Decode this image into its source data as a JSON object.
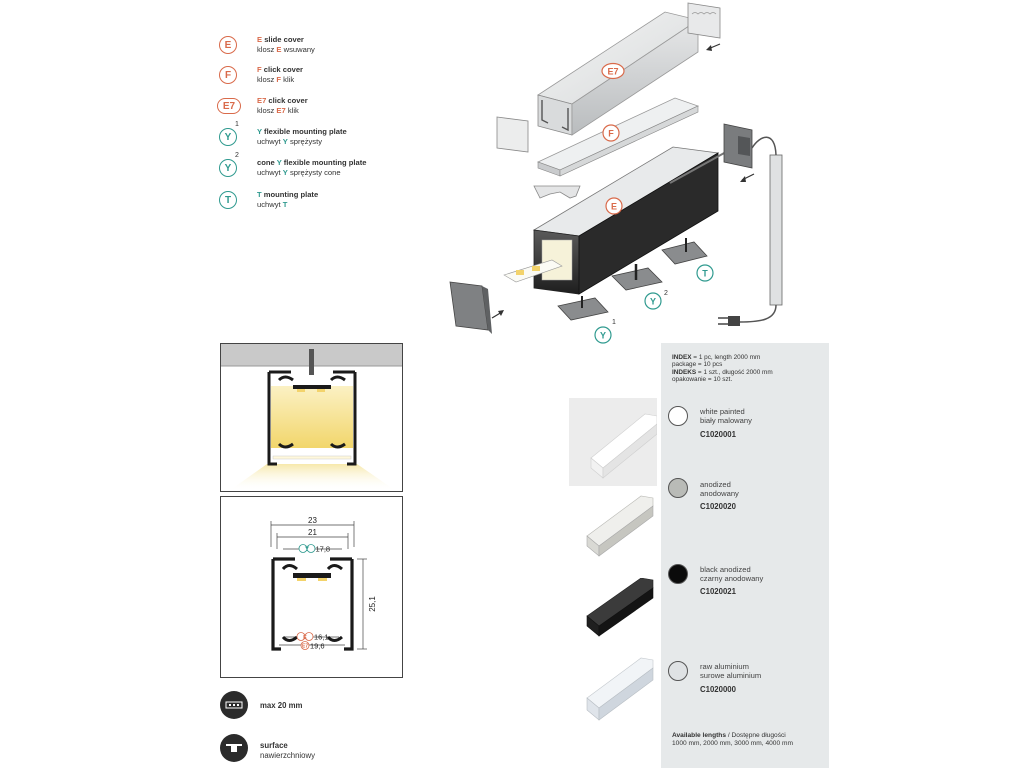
{
  "legend": [
    {
      "code": "E",
      "code_color": "#d96a4a",
      "sup": "",
      "en_rest": " slide cover",
      "pl_pre": "klosz ",
      "pl_post": " wsuwany"
    },
    {
      "code": "F",
      "code_color": "#d96a4a",
      "sup": "",
      "en_rest": " click cover",
      "pl_pre": "klosz ",
      "pl_post": " klik"
    },
    {
      "code": "E7",
      "code_color": "#d96a4a",
      "sup": "",
      "en_rest": " click cover",
      "pl_pre": "klosz ",
      "pl_post": " klik"
    },
    {
      "code": "Y",
      "code_color": "#2f9a8f",
      "sup": "1",
      "en_rest": " flexible mounting plate",
      "pl_pre": "uchwyt ",
      "pl_post": " sprężysty"
    },
    {
      "code": "Y",
      "code_color": "#2f9a8f",
      "sup": "2",
      "en_pre": "cone ",
      "en_rest": " flexible mounting plate",
      "pl_pre": "uchwyt ",
      "pl_post": " sprężysty cone"
    },
    {
      "code": "T",
      "code_color": "#2f9a8f",
      "sup": "",
      "en_rest": " mounting plate",
      "pl_pre": "uchwyt ",
      "pl_post": ""
    }
  ],
  "exploded": {
    "labels": {
      "e7": "E7",
      "f": "F",
      "e": "E",
      "t": "T",
      "y": "Y",
      "y_sup2": "2",
      "y_sup1": "1"
    }
  },
  "dimensions": {
    "width_outer": "23",
    "width_inner": "21",
    "cover_top": "17,8",
    "cover_top_code": "Y",
    "height": "25,1",
    "cover_e": "16,1",
    "cover_e_code": "E",
    "cover_e7": "19,6",
    "cover_e7_code": "E7"
  },
  "features": [
    {
      "icon": "led-strip-icon",
      "line1": "max 20 mm",
      "line2": ""
    },
    {
      "icon": "surface-mount-icon",
      "line1": "surface",
      "line2": "nawierzchniowy"
    }
  ],
  "index_info": {
    "line1_label": "INDEX",
    "line1_value": " = 1 pc, length 2000 mm",
    "line2": "package = 10 pcs",
    "line3_label": "INDEKS",
    "line3_value": " = 1 szt., długość 2000 mm",
    "line4": "opakowanie = 10 szt."
  },
  "colors": [
    {
      "en": "white painted",
      "pl": "biały malowany",
      "code": "C1020001",
      "swatch": "#ffffff"
    },
    {
      "en": "anodized",
      "pl": "anodowany",
      "code": "C1020020",
      "swatch": "#b9bbb7"
    },
    {
      "en": "black anodized",
      "pl": "czarny anodowany",
      "code": "C1020021",
      "swatch": "#0b0b0b"
    },
    {
      "en": "raw aluminium",
      "pl": "surowe aluminium",
      "code": "C1020000",
      "swatch": "#dfe2e4"
    }
  ],
  "lengths": {
    "label_en": "Available lengths",
    "label_pl": " / Dostępne długości",
    "values": "1000 mm, 2000 mm, 3000 mm, 4000 mm"
  }
}
